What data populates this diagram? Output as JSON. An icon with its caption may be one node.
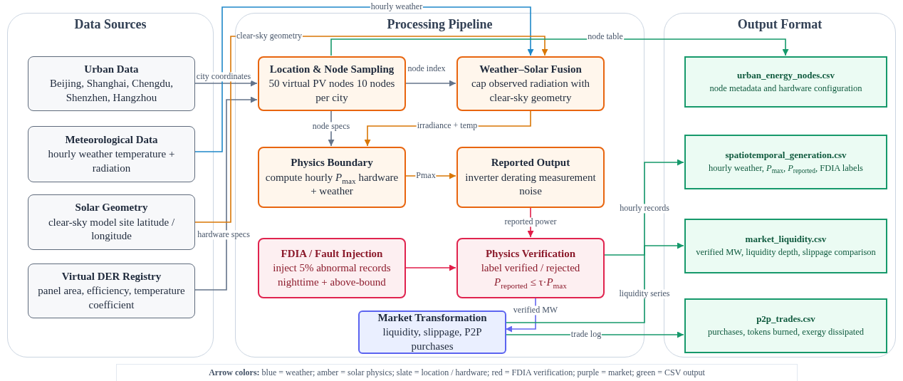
{
  "diagram": {
    "nodes": [
      {
        "text": [
          "Data Sources"
        ]
      },
      {
        "text": [
          "Urban Data",
          "Beijing, Shanghai, Chengdu, Shenzhen, Hangzhou"
        ],
        "in": 0
      },
      {
        "text": [
          "Meteorological Data",
          "hourly weather temperature + radiation"
        ],
        "in": 0
      },
      {
        "text": [
          "Solar Geometry",
          "clear-sky model site latitude / longitude"
        ],
        "in": 0
      },
      {
        "text": [
          "Virtual DER Registry",
          "panel area, efficiency, temperature coefficient"
        ],
        "in": 0
      },
      {
        "text": [
          "Processing Pipeline"
        ]
      },
      {
        "text": [
          "Location & Node Sampling",
          "50 virtual PV nodes 10 nodes per city"
        ],
        "in": 5
      },
      {
        "text": [
          "Weather–Solar Fusion",
          "cap observed radiation with clear-sky geometry"
        ],
        "in": 5
      },
      {
        "text": [
          "Physics Boundary",
          "compute hourly *P*$_{max}$ hardware + weather"
        ],
        "in": 5
      },
      {
        "text": [
          "Reported Output",
          "inverter derating measurement noise"
        ],
        "in": 5
      },
      {
        "text": [
          "FDIA / Fault Injection",
          "inject 5% abnormal records nighttime + above-bound"
        ],
        "in": 5
      },
      {
        "text": [
          "Physics Verification",
          "label verified / rejected",
          "*P*$_{reported}$ ≤ τ·*P*$_{max}$"
        ],
        "in": 5
      },
      {
        "text": [
          "Market Transformation",
          "liquidity, slippage, P2P purchases"
        ],
        "in": 5
      },
      {
        "text": [
          "Output Format"
        ]
      },
      {
        "text": [
          "urban_energy_nodes.csv",
          "node metadata and hardware configuration"
        ],
        "in": 13
      },
      {
        "text": [
          "spatiotemporal_generation.csv",
          "hourly weather, *P*$_{max}$, *P*$_{reported}$, FDIA labels"
        ],
        "in": 13
      },
      {
        "text": [
          "market_liquidity.csv",
          "verified MW, liquidity depth, slippage comparison"
        ],
        "in": 13
      },
      {
        "text": [
          "p2p_trades.csv",
          "purchases, tokens burned, exergy dissipated"
        ],
        "in": 13
      }
    ],
    "edges": [
      {
        "from": 1,
        "to": 6,
        "arrow": "to",
        "label": "city coordinates"
      },
      {
        "from": 4,
        "to": 6,
        "arrow": "to",
        "label": "hardware specs"
      },
      {
        "from": 2,
        "to": 7,
        "arrow": "to",
        "label": "hourly weather",
        "color": "#1f88c9"
      },
      {
        "from": 3,
        "to": 7,
        "arrow": "to",
        "label": "clear-sky geometry",
        "color": "#d97706"
      },
      {
        "from": 6,
        "to": 7,
        "arrow": "to",
        "label": "node index"
      },
      {
        "from": 6,
        "to": 8,
        "arrow": "to",
        "label": "node specs"
      },
      {
        "from": 7,
        "to": 8,
        "arrow": "to",
        "label": "irradiance + temp",
        "color": "#d97706"
      },
      {
        "from": 8,
        "to": 9,
        "arrow": "to",
        "label": "Pmax",
        "color": "#d97706"
      },
      {
        "from": 9,
        "to": 11,
        "arrow": "to",
        "label": "reported power",
        "color": "#e11d48"
      },
      {
        "from": 10,
        "to": 11,
        "arrow": "to",
        "color": "#e11d48"
      },
      {
        "from": 11,
        "to": 12,
        "arrow": "to",
        "label": "verified MW",
        "color": "#6366f1"
      },
      {
        "from": 6,
        "to": 14,
        "arrow": "to",
        "label": "node table",
        "color": "#16996b"
      },
      {
        "from": 11,
        "to": 15,
        "arrow": "to",
        "label": "hourly records",
        "color": "#16996b"
      },
      {
        "from": 12,
        "to": 16,
        "arrow": "to",
        "label": "liquidity series",
        "color": "#16996b"
      },
      {
        "from": 12,
        "to": 17,
        "arrow": "to",
        "label": "trade log",
        "color": "#16996b"
      }
    ],
    "labels": [
      "**Arrow colors:** blue = weather; amber = solar physics; slate = location / hardware; red = FDIA verification; purple = market; green = CSV output"
    ]
  }
}
